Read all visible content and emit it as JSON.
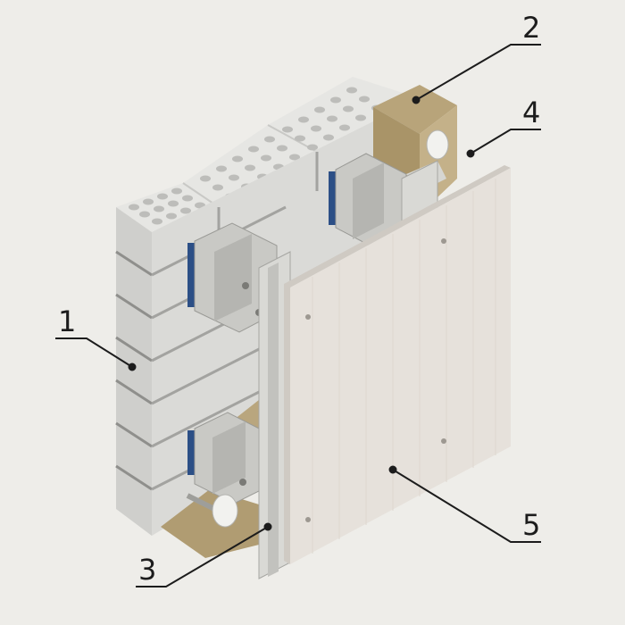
{
  "callouts": [
    {
      "id": "1",
      "label": "1"
    },
    {
      "id": "2",
      "label": "2"
    },
    {
      "id": "3",
      "label": "3"
    },
    {
      "id": "4",
      "label": "4"
    },
    {
      "id": "5",
      "label": "5"
    }
  ],
  "colors": {
    "background": "#eeede9",
    "block_front": "#d5d5d2",
    "block_top": "#e4e4e1",
    "mortar": "#8f8f8c",
    "insulation": "#b8a47a",
    "bracket": "#c9c9c5",
    "gasket": "#2c4f86",
    "panel_face": "#e6e1db",
    "panel_edge": "#cfcac3",
    "leader": "#1c1c1c"
  }
}
